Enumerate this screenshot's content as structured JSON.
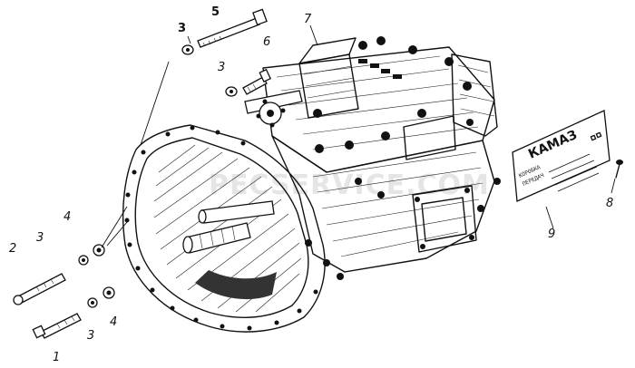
{
  "callouts": {
    "c1": "1",
    "c2": "2",
    "c3a": "3",
    "c3b": "3",
    "c3c": "3",
    "c3d": "3",
    "c4a": "4",
    "c4b": "4",
    "c5": "5",
    "c6": "6",
    "c7": "7",
    "c8": "8",
    "c9": "9"
  },
  "nameplate": {
    "brand": "КАМАЗ",
    "line1": "КОРОБКА",
    "line2": "ПЕРЕДАЧ"
  },
  "watermark": "PECSERVICE.COM"
}
